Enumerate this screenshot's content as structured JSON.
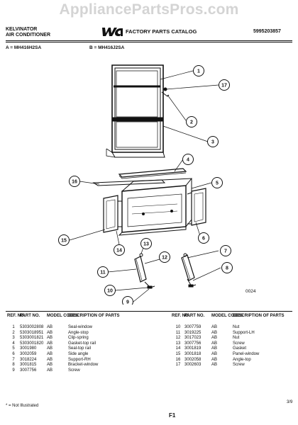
{
  "watermark": "AppliancePartsPros.com",
  "header": {
    "brand_line1": "KELVINATOR",
    "brand_line2": "AIR CONDITIONER",
    "catalog_title": "FACTORY PARTS CATALOG",
    "catalog_number": "5995203857",
    "model_a": "A = MH416H2SA",
    "model_b": "B = MH416J2SA"
  },
  "diagram": {
    "figure_code": "0024",
    "callouts": [
      "1",
      "17",
      "2",
      "3",
      "4",
      "16",
      "5",
      "6",
      "15",
      "14",
      "13",
      "12",
      "11",
      "10",
      "9",
      "7",
      "8"
    ]
  },
  "parts_table": {
    "columns": [
      "REF. NO.",
      "PART NO.",
      "MODEL CODES",
      "DESCRIPTION OF PARTS"
    ],
    "left_rows": [
      {
        "ref": "1",
        "part": "5303002808",
        "codes": "AB",
        "desc": "Seal-window"
      },
      {
        "ref": "2",
        "part": "5303018951",
        "codes": "AB",
        "desc": "Angle-stop"
      },
      {
        "ref": "3",
        "part": "5303001821",
        "codes": "AB",
        "desc": "Clip-spring"
      },
      {
        "ref": "4",
        "part": "5303001820",
        "codes": "AB",
        "desc": "Gasket-top rail"
      },
      {
        "ref": "5",
        "part": "3001980",
        "codes": "AB",
        "desc": "Seal-top rail"
      },
      {
        "ref": "6",
        "part": "3002059",
        "codes": "AB",
        "desc": "Side angle"
      },
      {
        "ref": "7",
        "part": "3018224",
        "codes": "AB",
        "desc": "Support-RH"
      },
      {
        "ref": "8",
        "part": "3001815",
        "codes": "AB",
        "desc": "Bracket-window"
      },
      {
        "ref": "9",
        "part": "3007756",
        "codes": "AB",
        "desc": "Screw"
      }
    ],
    "right_rows": [
      {
        "ref": "10",
        "part": "3007759",
        "codes": "AB",
        "desc": "Nut"
      },
      {
        "ref": "11",
        "part": "3019225",
        "codes": "AB",
        "desc": "Support-LH"
      },
      {
        "ref": "12",
        "part": "3017023",
        "codes": "AB",
        "desc": "Nut"
      },
      {
        "ref": "13",
        "part": "3007756",
        "codes": "AB",
        "desc": "Screw"
      },
      {
        "ref": "14",
        "part": "3001819",
        "codes": "AB",
        "desc": "Gasket"
      },
      {
        "ref": "15",
        "part": "3001818",
        "codes": "AB",
        "desc": "Panel-window"
      },
      {
        "ref": "16",
        "part": "3002058",
        "codes": "AB",
        "desc": "Angle-top"
      },
      {
        "ref": "17",
        "part": "3002603",
        "codes": "AB",
        "desc": "Screw"
      }
    ]
  },
  "footer": {
    "note": "* = Not Illustrated",
    "page": "F1",
    "date": "3/9"
  }
}
